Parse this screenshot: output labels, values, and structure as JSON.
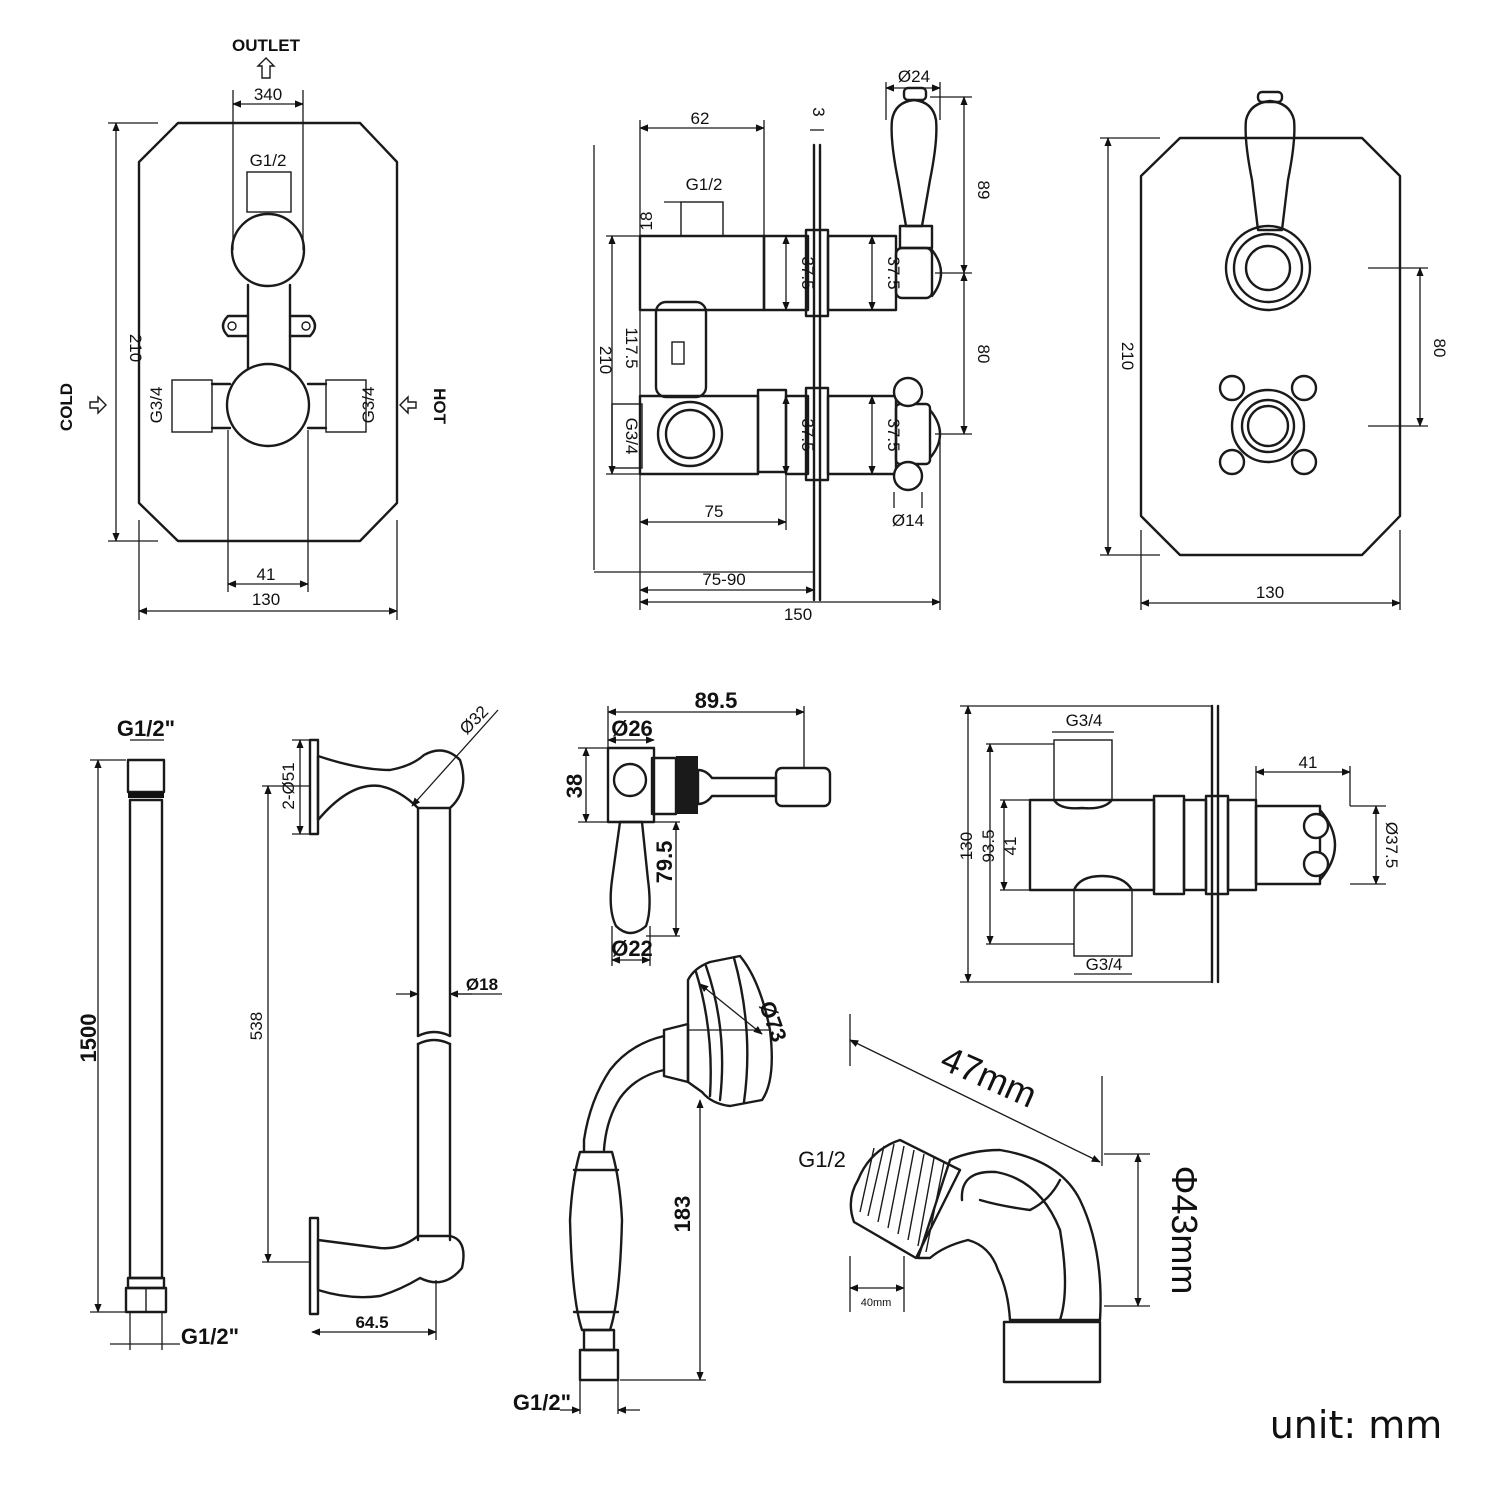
{
  "labels": {
    "outlet": "OUTLET",
    "cold": "COLD",
    "hot": "HOT",
    "unit": "unit: mm"
  },
  "valve_front": {
    "d340": "340",
    "g12": "G1/2",
    "d210": "210",
    "g34_left": "G3/4",
    "g34_right": "G3/4",
    "d41": "41",
    "d130": "130"
  },
  "valve_side": {
    "d62": "62",
    "d3": "3",
    "dia24": "Ø24",
    "g12": "G1/2",
    "d18": "18",
    "d89": "89",
    "d37_5_a": "37.5",
    "d37_5_b": "37.5",
    "d117_5": "117.5",
    "d210": "210",
    "d80": "80",
    "g34": "G3/4",
    "d37_5_c": "37.5",
    "d37_5_d": "37.5",
    "dia14": "Ø14",
    "d75": "75",
    "d75_90": "75-90",
    "d150": "150"
  },
  "valve_plate": {
    "d210": "210",
    "d80": "80",
    "d130": "130"
  },
  "hose": {
    "g12_top": "G1/2\"",
    "d1500": "1500",
    "g12_bottom": "G1/2\""
  },
  "rail": {
    "dia32": "Ø32",
    "d2_dia51": "2-Ø51",
    "d538": "538",
    "dia18": "Ø18",
    "d64_5": "64.5"
  },
  "bracket": {
    "d89_5": "89.5",
    "dia26": "Ø26",
    "d38": "38",
    "d79_5": "79.5",
    "dia22": "Ø22"
  },
  "handset": {
    "dia73": "Ø73",
    "d183": "183",
    "g12": "G1/2\""
  },
  "body_side": {
    "g34_top": "G3/4",
    "d41": "41",
    "d130": "130",
    "d93_5": "93.5",
    "d41_inner": "41",
    "dia37_5": "Ø37.5",
    "g34_bottom": "G3/4"
  },
  "elbow": {
    "d47mm": "47mm",
    "g12": "G1/2",
    "dia43mm": "Φ43mm",
    "d40mm": "40mm"
  }
}
